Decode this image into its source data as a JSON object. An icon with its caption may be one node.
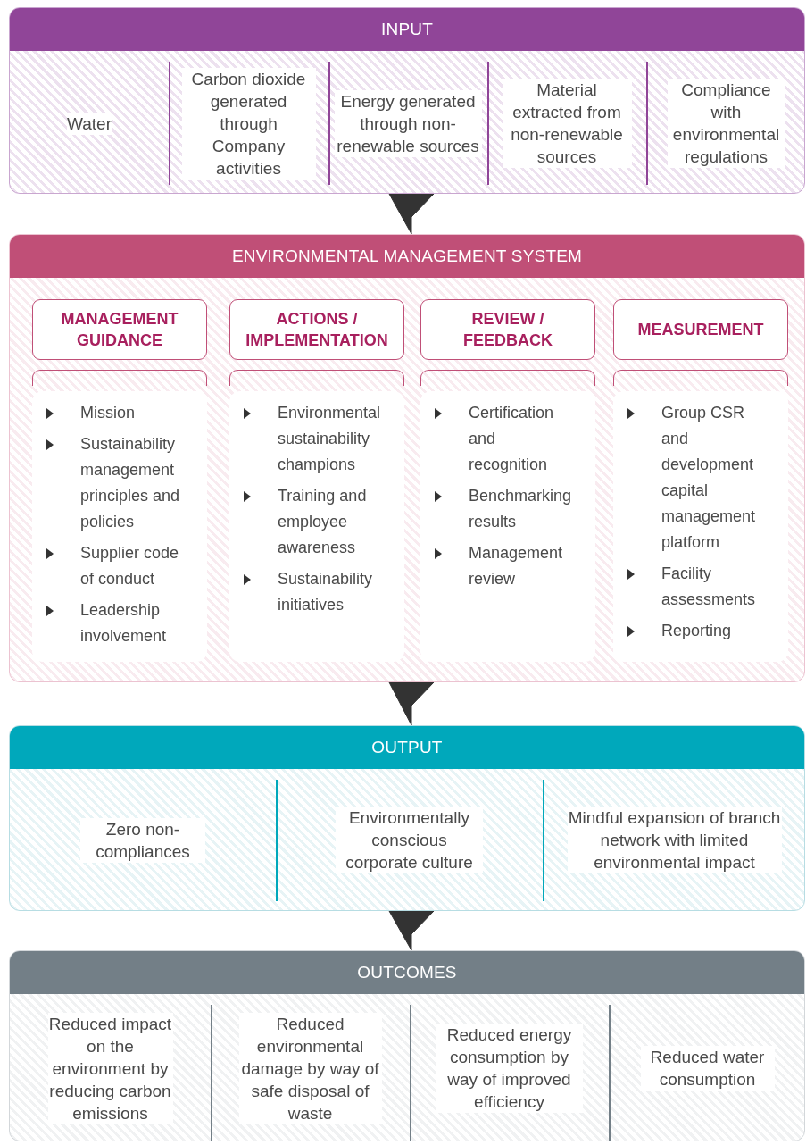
{
  "diagram": {
    "nodes": [
      {
        "text": [
          "INPUT"
        ]
      },
      {
        "text": [
          "Water"
        ],
        "in": 0
      },
      {
        "text": [
          "Carbon dioxide generated through Company activities"
        ],
        "in": 0
      },
      {
        "text": [
          "Energy generated through non-renewable sources"
        ],
        "in": 0
      },
      {
        "text": [
          "Material extracted from non-renewable sources"
        ],
        "in": 0
      },
      {
        "text": [
          "Compliance with environmental regulations"
        ],
        "in": 0
      },
      {
        "text": [
          "ENVIRONMENTAL MANAGEMENT SYSTEM"
        ]
      },
      {
        "text": [
          "MANAGEMENT GUIDANCE"
        ],
        "in": 6
      },
      {
        "text": [
          "ACTIONS / IMPLEMENTATION"
        ],
        "in": 6
      },
      {
        "text": [
          "REVIEW / FEEDBACK"
        ],
        "in": 6
      },
      {
        "text": [
          "MEASUREMENT"
        ],
        "in": 6
      },
      {
        "text": [],
        "shape": "box",
        "in": 6
      },
      {
        "text": [],
        "shape": "box",
        "in": 6
      },
      {
        "text": [],
        "shape": "box",
        "in": 6
      },
      {
        "text": [],
        "shape": "box",
        "in": 6
      },
      {
        "text": [
          "Mission",
          "Sustainability management principles and policies",
          "Supplier code of conduct",
          "Leadership involvement"
        ],
        "in": 6
      },
      {
        "text": [
          "Environmental sustainability champions",
          "Training and employee awareness",
          "Sustainability initiatives"
        ],
        "in": 6
      },
      {
        "text": [
          "Certification and recognition",
          "Benchmarking results",
          "Management review"
        ],
        "in": 6
      },
      {
        "text": [
          "Group CSR and development capital management platform",
          "Facility assessments",
          "Reporting"
        ],
        "in": 6
      },
      {
        "text": [
          "OUTPUT"
        ]
      },
      {
        "text": [
          "Zero non-compliances"
        ],
        "in": 19
      },
      {
        "text": [
          "Environmentally conscious corporate culture"
        ],
        "in": 19
      },
      {
        "text": [
          "Mindful expansion of branch network with limited environmental impact"
        ],
        "in": 19
      },
      {
        "text": [
          "OUTCOMES"
        ]
      },
      {
        "text": [
          "Reduced impact on the environment by reducing carbon emissions"
        ],
        "in": 23
      },
      {
        "text": [
          "Reduced environmental damage by way of safe disposal of waste"
        ],
        "in": 23
      },
      {
        "text": [
          "Reduced energy consumption by way of improved efficiency"
        ],
        "in": 23
      },
      {
        "text": [
          "Reduced water consumption"
        ],
        "in": 23
      }
    ],
    "edges": [
      {
        "from": 0,
        "to": 6,
        "arrow": "to"
      },
      {
        "from": 6,
        "to": 19,
        "arrow": "to"
      },
      {
        "from": 19,
        "to": 23,
        "arrow": "to"
      }
    ]
  }
}
